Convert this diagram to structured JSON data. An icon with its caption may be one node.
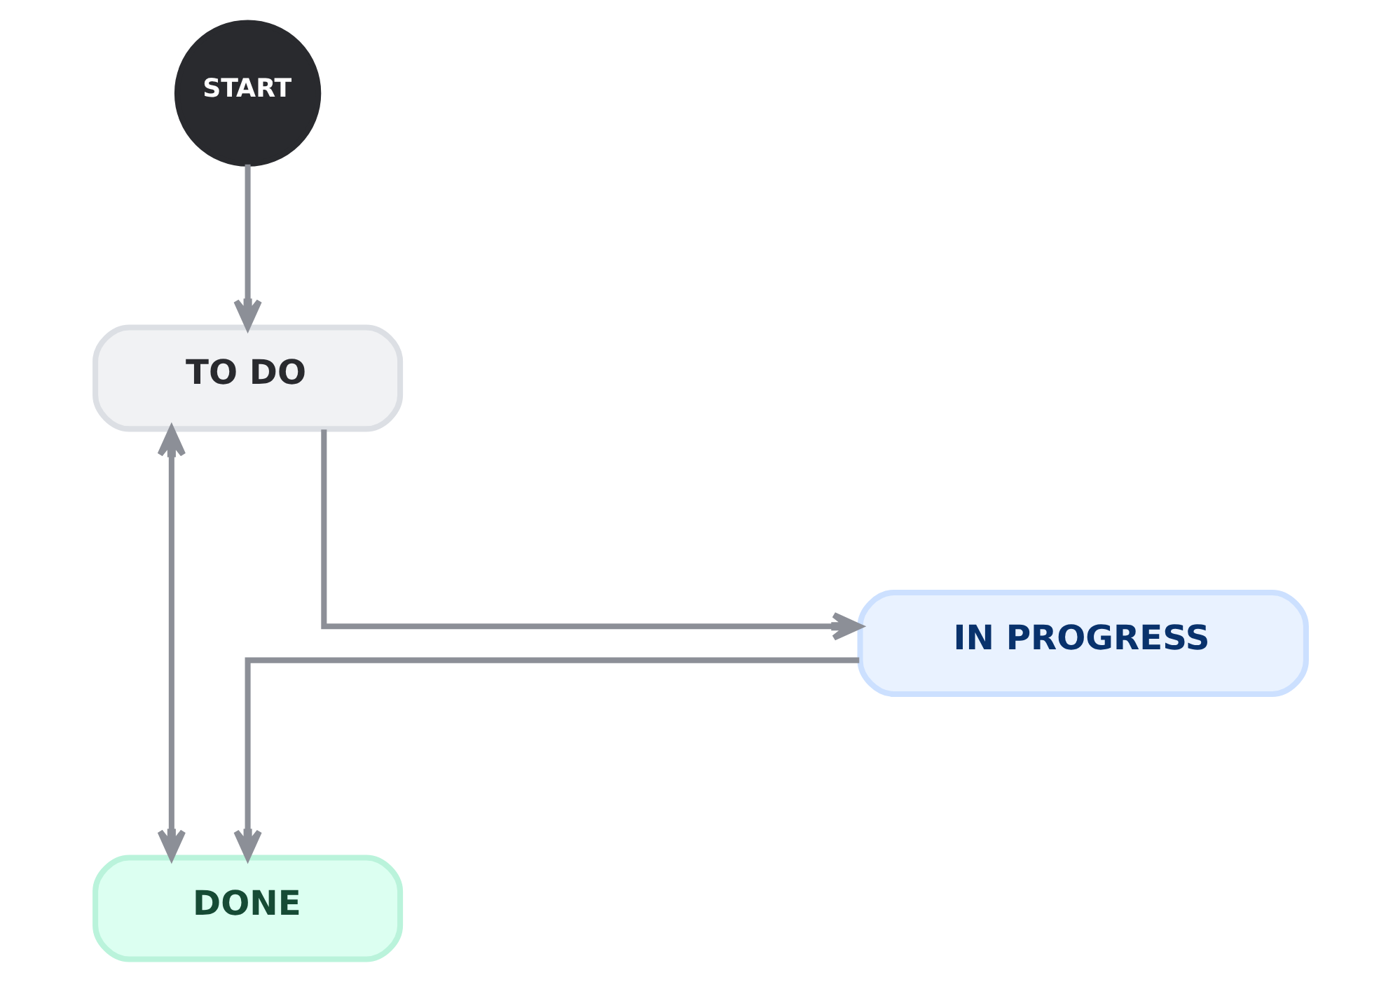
{
  "diagram": {
    "nodes": [
      {
        "text": [
          "START"
        ]
      },
      {
        "text": [
          "TO DO"
        ]
      },
      {
        "text": [
          "IN PROGRESS"
        ]
      },
      {
        "text": [
          "DONE"
        ]
      }
    ],
    "edges": [
      {
        "from": 0,
        "to": 1,
        "arrow": "to"
      },
      {
        "from": 1,
        "to": 2,
        "arrow": "to"
      },
      {
        "from": 1,
        "to": 3,
        "arrow": "both"
      },
      {
        "from": 2,
        "to": 3,
        "arrow": "to"
      }
    ]
  }
}
